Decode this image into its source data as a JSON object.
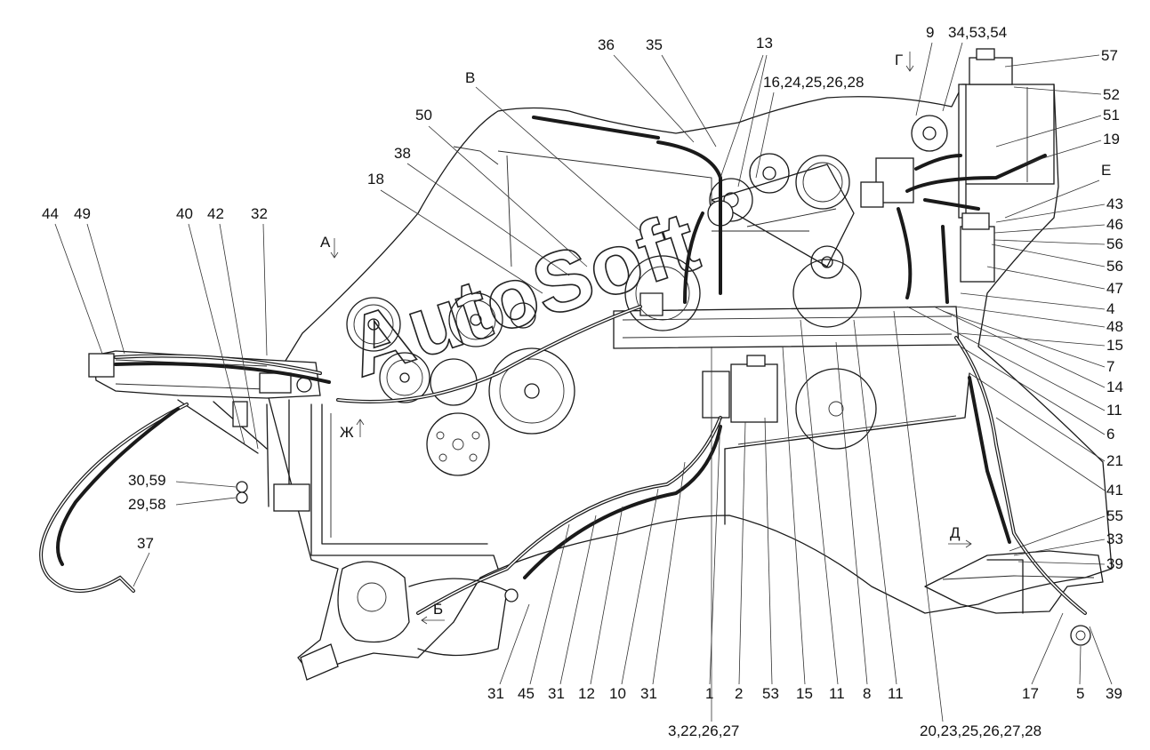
{
  "watermark": "AutoSoft",
  "views": {
    "A": "А",
    "B": "Б",
    "V": "В",
    "G": "Г",
    "D": "Д",
    "E": "Е",
    "Zh": "Ж"
  },
  "callouts": {
    "top": [
      "36",
      "35",
      "13",
      "16,24,25,26,28",
      "9",
      "34,53,54",
      "57"
    ],
    "left_upper": [
      "44",
      "49",
      "40",
      "42",
      "32",
      "50",
      "38",
      "18"
    ],
    "left_lower": [
      "30,59",
      "29,58",
      "37"
    ],
    "right": [
      "52",
      "51",
      "19",
      "43",
      "46",
      "56",
      "56",
      "47",
      "4",
      "48",
      "15",
      "7",
      "14",
      "11",
      "6",
      "21",
      "41",
      "55",
      "33",
      "39"
    ],
    "bottom": [
      "31",
      "45",
      "31",
      "12",
      "10",
      "31",
      "1",
      "2",
      "53",
      "15",
      "11",
      "8",
      "11",
      "17",
      "5",
      "39"
    ],
    "bottom_long": [
      "3,22,26,27",
      "20,23,25,26,27,28"
    ]
  }
}
